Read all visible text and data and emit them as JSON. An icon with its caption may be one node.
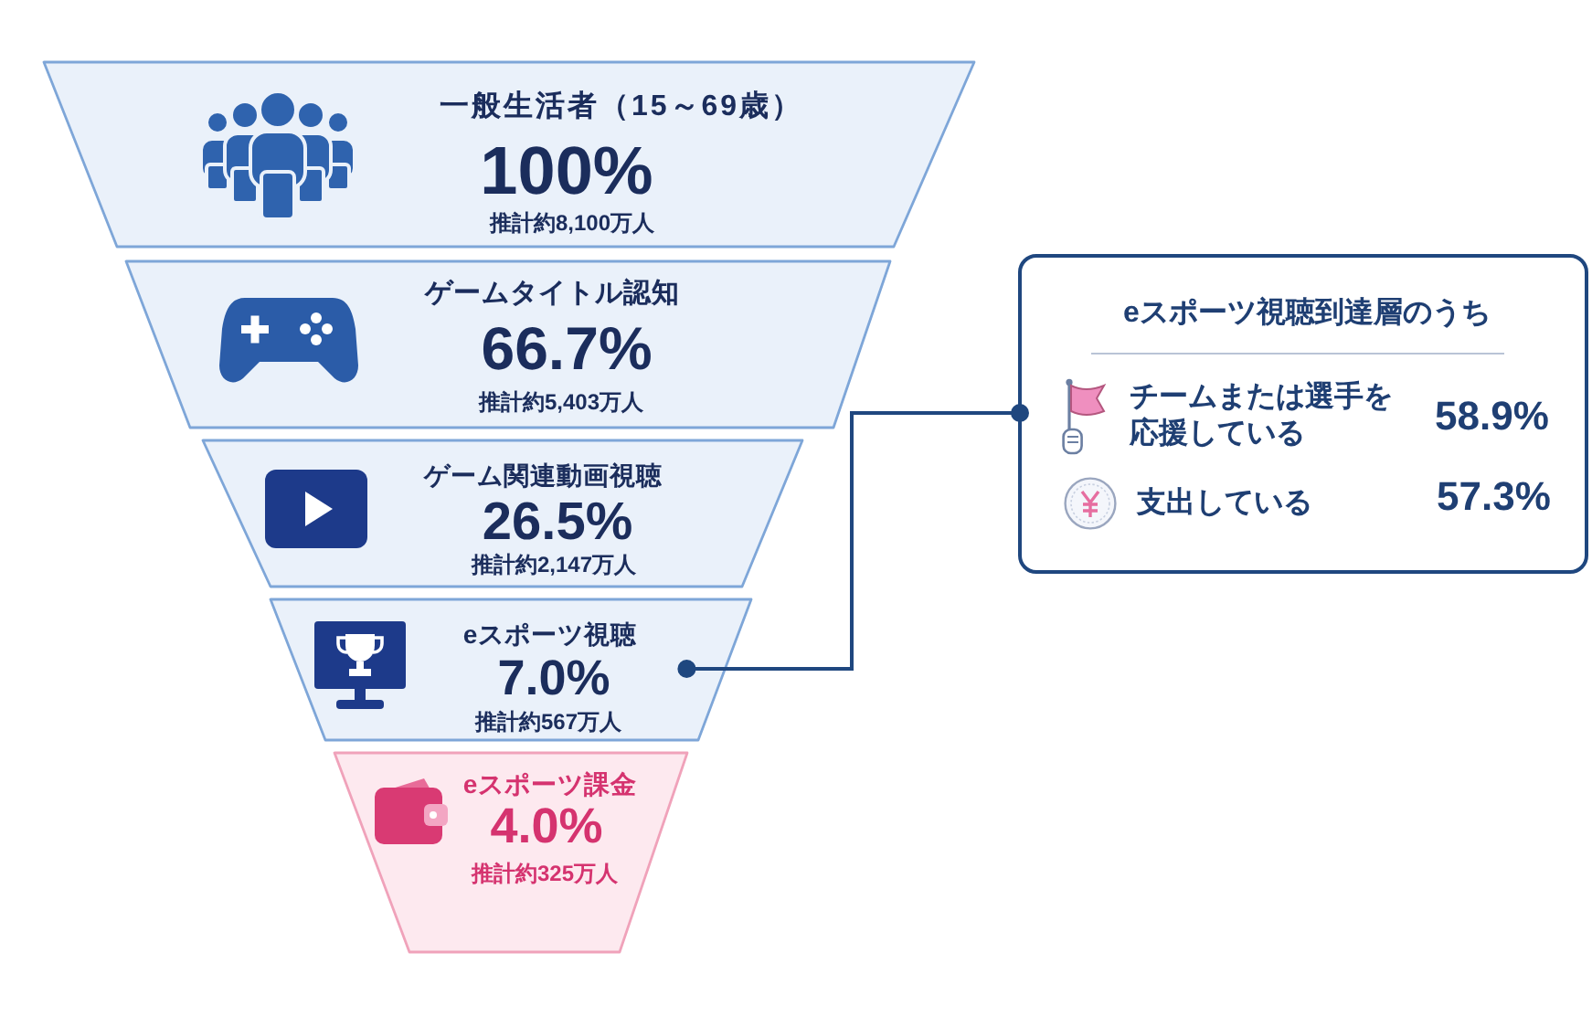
{
  "diagram": {
    "nodes": [
      {
        "text": [
          "一般生活者（15～69歳）",
          "100%",
          "推計約8,100万人"
        ]
      },
      {
        "text": [
          "ゲームタイトル認知",
          "66.7%",
          "推計約5,403万人"
        ]
      },
      {
        "text": [
          "ゲーム関連動画視聴",
          "26.5%",
          "推計約2,147万人"
        ]
      },
      {
        "text": [
          "eスポーツ視聴",
          "7.0%",
          "推計約567万人"
        ]
      },
      {
        "text": [
          "eスポーツ課金",
          "4.0%",
          "推計約325万人"
        ]
      },
      {
        "text": [
          "eスポーツ視聴到達層のうち",
          "チームまたは選手を応援している",
          "58.9%",
          "支出している",
          "57.3%"
        ]
      }
    ],
    "edges": [
      {
        "from": 3,
        "to": 5,
        "arrow": "other"
      }
    ]
  }
}
